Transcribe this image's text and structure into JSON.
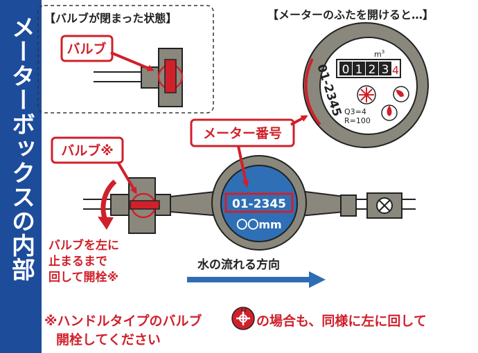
{
  "sidebar": {
    "title": "メーターボックスの内部"
  },
  "closed_box": {
    "title": "【バルブが閉まった状態】",
    "valve_label": "バルブ"
  },
  "opened_title": "【メーターのふたを開けると…】",
  "meter_detail": {
    "digits": [
      "0",
      "1",
      "2",
      "3"
    ],
    "red_digit": "4",
    "unit": "m",
    "unit_sup": "3",
    "serial": "01-2345",
    "q3": "Q3=4",
    "r": "R=100"
  },
  "main": {
    "valve_label": "バルブ※",
    "meter_number_label": "メーター番号",
    "meter_serial": "01-2345",
    "meter_size": "〇〇mm",
    "turn_note": [
      "バルブを左に",
      "止まるまで",
      "回して開栓※"
    ],
    "flow_label": "水の流れる方向"
  },
  "footnote": {
    "line1_before": "※ハンドルタイプのバルブ",
    "line1_after": "の場合も、同様に左に回して",
    "line2": "開栓してください"
  },
  "colors": {
    "sidebar": "#1d4c9b",
    "red": "#d0202a",
    "pipe_gray": "#8a887c",
    "meter_face_blue": "#2f6fb5",
    "flow_arrow": "#2e6db4"
  }
}
